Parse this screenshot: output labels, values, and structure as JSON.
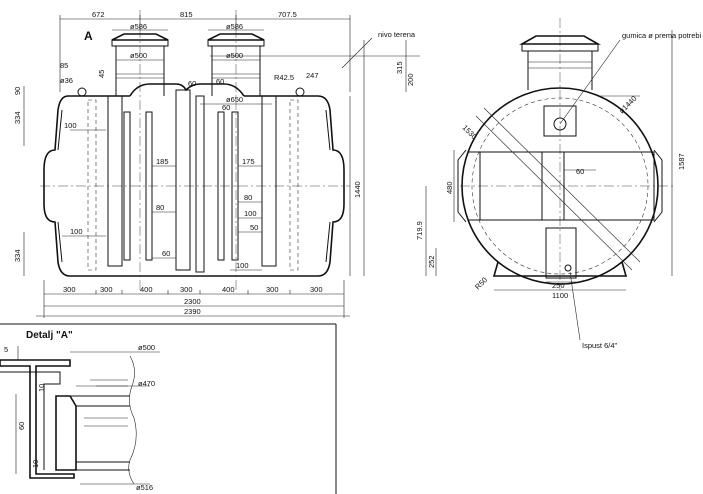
{
  "front_view": {
    "marker": "A",
    "top_dims": [
      "672",
      "815",
      "707.5"
    ],
    "dome_d1": "ø586",
    "dome_d2": "ø586",
    "neck_d1": "ø500",
    "neck_d2": "ø500",
    "inner_d": "ø650",
    "dim_85": "85",
    "dim_45": "45",
    "dim_36": "ø36",
    "dim_90": "90",
    "dim_334_top": "334",
    "dim_60_a": "60",
    "dim_60_b": "60",
    "dim_60_c": "60",
    "dim_60_d": "60",
    "radius": "R42.5",
    "dim_247": "247",
    "dim_315": "315",
    "dim_200": "200",
    "ground": "nivo terena",
    "dim_100_a": "100",
    "dim_185": "185",
    "dim_175": "175",
    "dim_80_a": "80",
    "dim_80_b": "80",
    "dim_100_b": "100",
    "dim_50": "50",
    "dim_100_c": "100",
    "dim_334_bot": "334",
    "dim_100_d": "100",
    "dim_1440": "1440",
    "bottom_segments": [
      "300",
      "300",
      "400",
      "300",
      "400",
      "300",
      "300"
    ],
    "overall_1": "2300",
    "overall_2": "2390"
  },
  "side_view": {
    "gasket": "gumica ø prema potrebi",
    "dia_1440": "ø1440",
    "dia_1530": "1530",
    "dim_60": "60",
    "dim_480": "480",
    "dim_719": "719.9",
    "dim_252": "252",
    "radius": "R50",
    "dim_250": "250",
    "dim_1100": "1100",
    "dim_1587": "1587",
    "outlet": "Ispust 6/4\""
  },
  "detail": {
    "title": "Detalj \"A\"",
    "dim_5": "5",
    "dim_10_a": "10",
    "dim_60": "60",
    "dim_10_b": "10",
    "d500": "ø500",
    "d470": "ø470",
    "d516": "ø516"
  }
}
